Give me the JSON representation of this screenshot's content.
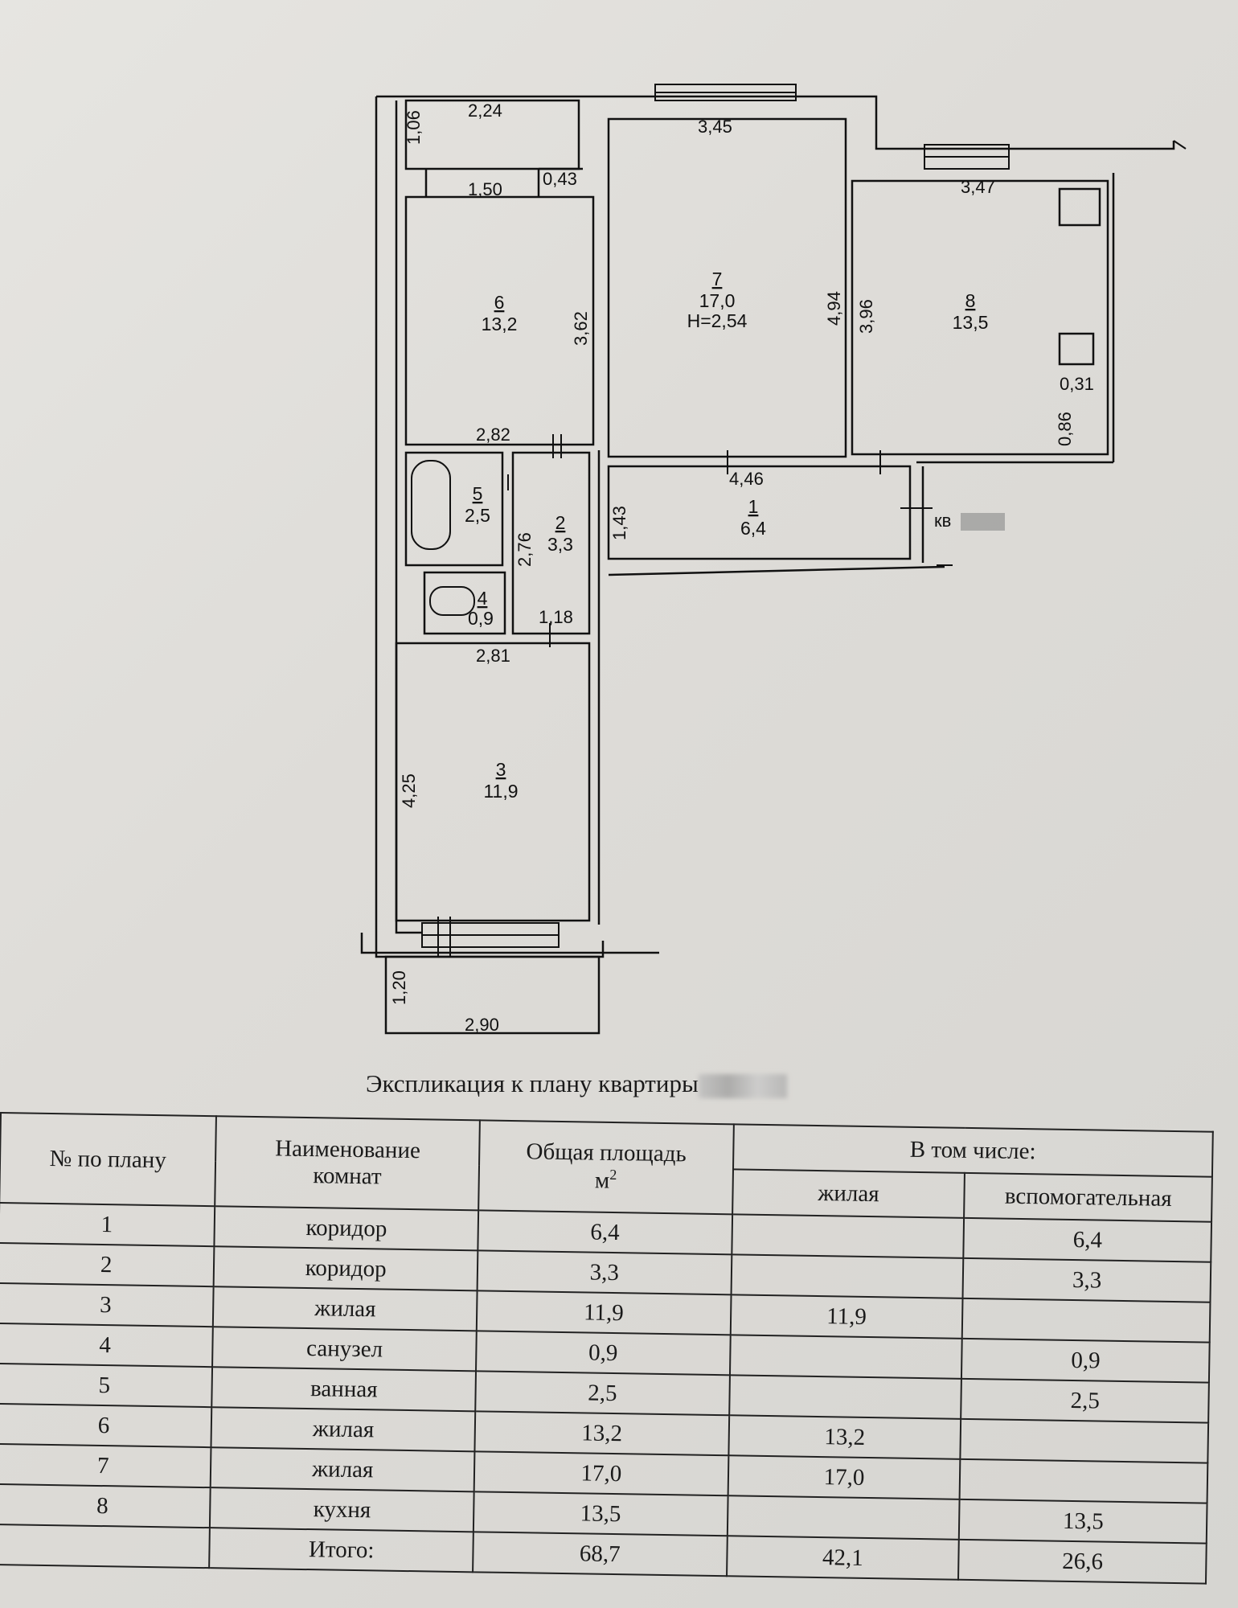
{
  "plan": {
    "rooms": [
      {
        "no": "1",
        "area": "6,4"
      },
      {
        "no": "2",
        "area": "3,3"
      },
      {
        "no": "3",
        "area": "11,9"
      },
      {
        "no": "4",
        "area": "0,9"
      },
      {
        "no": "5",
        "area": "2,5"
      },
      {
        "no": "6",
        "area": "13,2"
      },
      {
        "no": "7",
        "area": "17,0",
        "height": "H=2,54"
      },
      {
        "no": "8",
        "area": "13,5"
      }
    ],
    "dimensions": {
      "d_224": "2,24",
      "d_106": "1,06",
      "d_345": "3,45",
      "d_150": "1,50",
      "d_043": "0,43",
      "d_347": "3,47",
      "d_362": "3,62",
      "d_494": "4,94",
      "d_396": "3,96",
      "d_031": "0,31",
      "d_086": "0,86",
      "d_282": "2,82",
      "d_446": "4,46",
      "d_143": "1,43",
      "d_276": "2,76",
      "d_118": "1,18",
      "d_281": "2,81",
      "d_425": "4,25",
      "d_120": "1,20",
      "d_290": "2,90"
    },
    "entrance_label": "кв"
  },
  "caption": "Экспликация к плану квартиры",
  "table": {
    "headers": {
      "no": "№ по плану",
      "name_1": "Наименование",
      "name_2": "комнат",
      "area_1": "Общая площадь",
      "area_2": "м",
      "area_sup": "2",
      "incl": "В том числе:",
      "living": "жилая",
      "aux": "вспомогательная"
    },
    "rows": [
      {
        "no": "1",
        "name": "коридор",
        "area": "6,4",
        "living": "",
        "aux": "6,4"
      },
      {
        "no": "2",
        "name": "коридор",
        "area": "3,3",
        "living": "",
        "aux": "3,3"
      },
      {
        "no": "3",
        "name": "жилая",
        "area": "11,9",
        "living": "11,9",
        "aux": ""
      },
      {
        "no": "4",
        "name": "санузел",
        "area": "0,9",
        "living": "",
        "aux": "0,9"
      },
      {
        "no": "5",
        "name": "ванная",
        "area": "2,5",
        "living": "",
        "aux": "2,5"
      },
      {
        "no": "6",
        "name": "жилая",
        "area": "13,2",
        "living": "13,2",
        "aux": ""
      },
      {
        "no": "7",
        "name": "жилая",
        "area": "17,0",
        "living": "17,0",
        "aux": ""
      },
      {
        "no": "8",
        "name": "кухня",
        "area": "13,5",
        "living": "",
        "aux": "13,5"
      }
    ],
    "total": {
      "label": "Итого:",
      "area": "68,7",
      "living": "42,1",
      "aux": "26,6"
    }
  }
}
